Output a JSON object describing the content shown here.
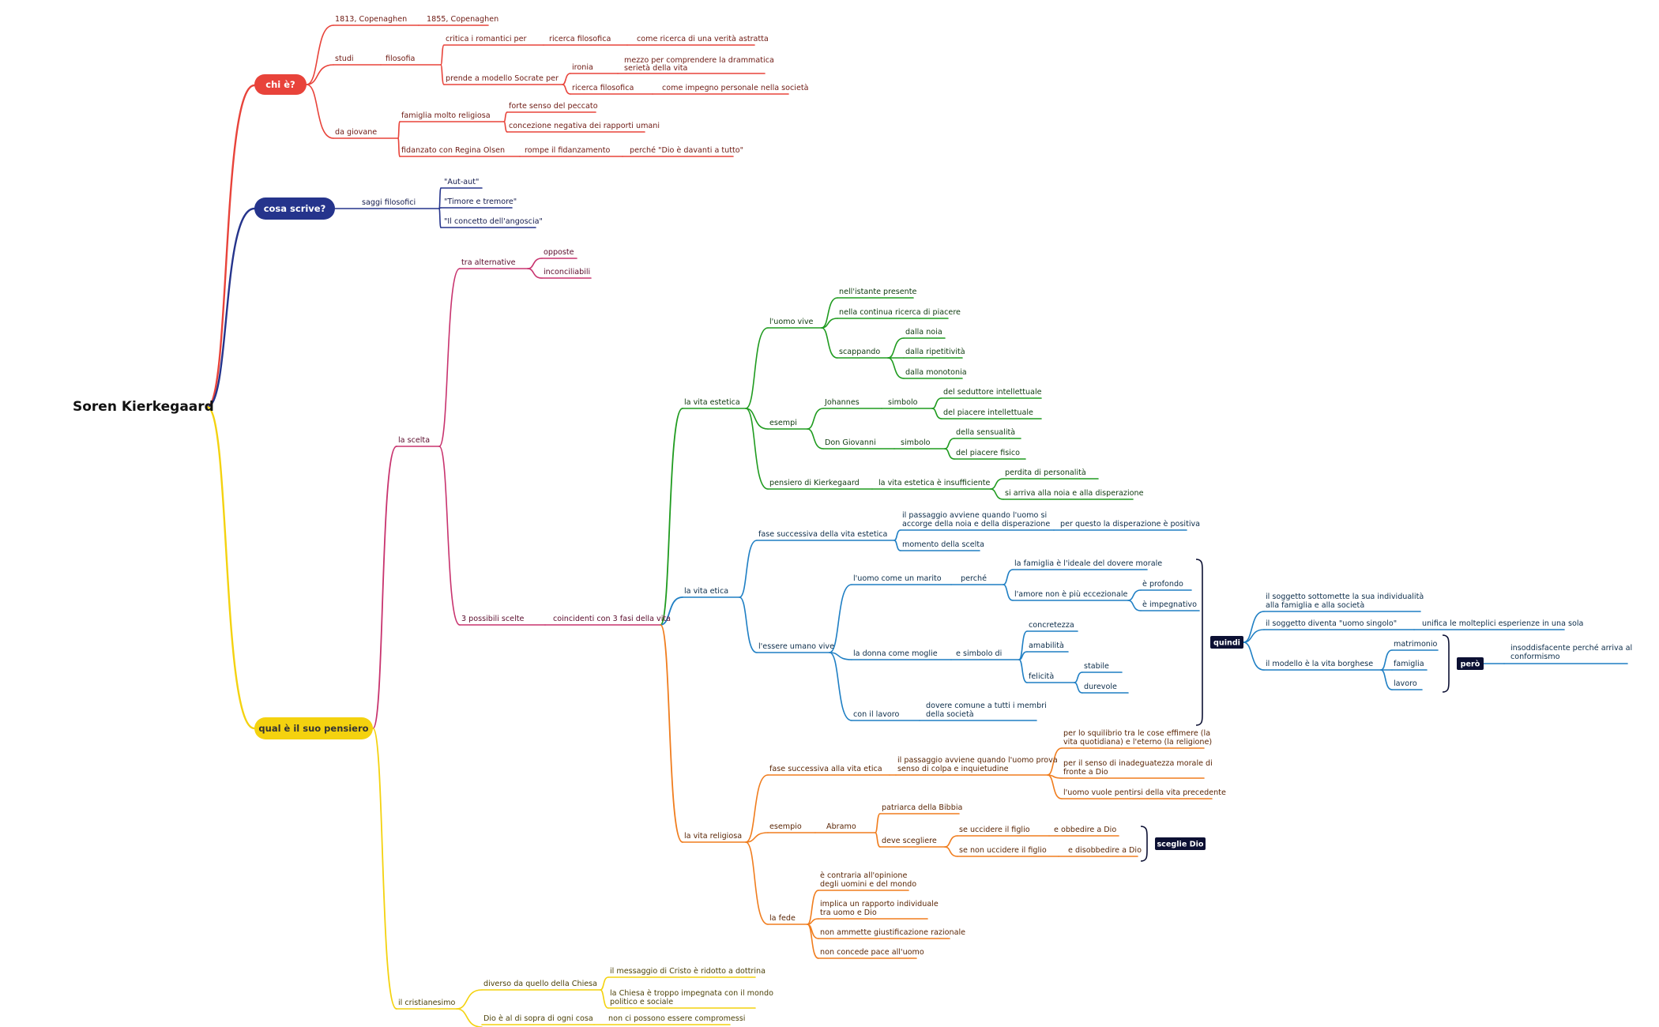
{
  "root": "Soren Kierkegaard",
  "colors": {
    "red": "#e8433a",
    "navy": "#25348c",
    "yellow": "#f4d20f",
    "magenta": "#c8336e",
    "green": "#1f9b1f",
    "blue": "#1f7fc4",
    "orange": "#f07d1e",
    "dark": "#0c1033",
    "red_text": "#6e1a13",
    "navy_text": "#141b4d",
    "magenta_text": "#5a0c2c",
    "green_text": "#0e3a0e",
    "blue_text": "#0c2d4a",
    "orange_text": "#5a2606",
    "olive_text": "#4d420a"
  },
  "map": {
    "chi_e": {
      "label": "chi è?",
      "nascita": "1813, Copenaghen",
      "morte": "1855, Copenaghen",
      "studi": "studi",
      "filosofia": "filosofia",
      "critica": "critica i romantici per",
      "critica_ricerca": "ricerca filosofica",
      "critica_verita": "come ricerca di una verità astratta",
      "socrate": "prende a modello Socrate per",
      "ironia": "ironia",
      "ironia_mezzo_1": "mezzo per comprendere la drammatica",
      "ironia_mezzo_2": "serietà della vita",
      "socrate_ricerca": "ricerca filosofica",
      "socrate_impegno": "come impegno personale nella società",
      "giovane": "da giovane",
      "famiglia": "famiglia molto religiosa",
      "peccato": "forte senso del peccato",
      "concezione": "concezione negativa dei rapporti umani",
      "fidanzato": "fidanzato con Regina Olsen",
      "rompe": "rompe il fidanzamento",
      "perche_dio": "perché \"Dio è davanti a tutto\""
    },
    "cosa_scrive": {
      "label": "cosa scrive?",
      "saggi": "saggi filosofici",
      "opere": [
        "\"Aut-aut\"",
        "\"Timore e tremore\"",
        "\"Il concetto dell'angoscia\""
      ]
    },
    "pensiero": {
      "label": "qual è il suo pensiero",
      "scelta": "la scelta",
      "tra_alternative": "tra alternative",
      "opposte": "opposte",
      "inconciliabili": "inconciliabili",
      "tre_scelte": "3 possibili scelte",
      "coincidenti": "coincidenti con 3 fasi della vita",
      "estetica": {
        "label": "la vita estetica",
        "uomo_vive": "l'uomo vive",
        "istante": "nell'istante presente",
        "continua": "nella continua ricerca di piacere",
        "scappando": "scappando",
        "noia": "dalla noia",
        "ripetitivita": "dalla ripetitività",
        "monotonia": "dalla monotonia",
        "esempi": "esempi",
        "johannes": "Johannes",
        "simbolo_j": "simbolo",
        "seduttore": "del seduttore intellettuale",
        "piacere_int": "del piacere intellettuale",
        "giovanni": "Don Giovanni",
        "simbolo_g": "simbolo",
        "sensualita": "della sensualità",
        "piacere_fis": "del piacere fisico",
        "pensiero_k": "pensiero di Kierkegaard",
        "insufficiente": "la vita estetica è insufficiente",
        "perdita": "perdita di personalità",
        "disperazione": "si arriva alla noia e alla disperazione"
      },
      "etica": {
        "label": "la vita etica",
        "fase": "fase successiva della vita estetica",
        "passaggio_1": "il passaggio avviene quando l'uomo si",
        "passaggio_2": "accorge della noia e della disperazione",
        "positiva": "per questo la disperazione è positiva",
        "momento": "momento della scelta",
        "essere_umano": "l'essere umano vive",
        "marito": "l'uomo come un marito",
        "perche": "perché",
        "famiglia_ideale": "la famiglia è l'ideale del dovere morale",
        "amore": "l'amore non è più eccezionale",
        "profondo": "è profondo",
        "impegnativo": "è impegnativo",
        "donna": "la donna come moglie",
        "simbolo_di": "e simbolo di",
        "concretezza": "concretezza",
        "amabilita": "amabilità",
        "felicita": "felicità",
        "stabile": "stabile",
        "durevole": "durevole",
        "lavoro": "con il lavoro",
        "dovere_1": "dovere comune a tutti i membri",
        "dovere_2": "della società",
        "quindi": "quindi",
        "sottomette_1": "il soggetto sottomette la sua individualità",
        "sottomette_2": "alla famiglia e alla società",
        "singolo": "il soggetto diventa \"uomo singolo\"",
        "unifica": "unifica le molteplici esperienze in una sola",
        "modello": "il modello è la vita borghese",
        "matrimonio": "matrimonio",
        "famiglia": "famiglia",
        "lavoro_b": "lavoro",
        "pero": "però",
        "insoddisfacente_1": "insoddisfacente perché arriva al",
        "insoddisfacente_2": "conformismo"
      },
      "religiosa": {
        "label": "la vita religiosa",
        "fase": "fase successiva alla vita etica",
        "passaggio_1": "il passaggio avviene quando l'uomo prova",
        "passaggio_2": "senso di colpa e inquietudine",
        "squilibrio_1": "per lo squilibrio tra le cose effimere (la",
        "squilibrio_2": "vita quotidiana) e l'eterno (la religione)",
        "inadeguatezza_1": "per il senso di inadeguatezza morale di",
        "inadeguatezza_2": "fronte a Dio",
        "pentirsi": "l'uomo vuole pentirsi della vita precedente",
        "esempio": "esempio",
        "abramo": "Abramo",
        "patriarca": "patriarca della Bibbia",
        "deve": "deve scegliere",
        "uccidere": "se uccidere il figlio",
        "obbedire": "e obbedire a Dio",
        "non_uccidere": "se non uccidere il figlio",
        "disobbedire": "e disobbedire a Dio",
        "sceglie": "sceglie Dio",
        "fede": "la fede",
        "contraria_1": "è contraria all'opinione",
        "contraria_2": "degli uomini e del mondo",
        "implica_1": "implica un rapporto individuale",
        "implica_2": "tra uomo e Dio",
        "giustificazione": "non ammette giustificazione razionale",
        "pace": "non concede pace all'uomo"
      },
      "cristianesimo": {
        "label": "il cristianesimo",
        "diverso": "diverso da quello della Chiesa",
        "messaggio": "il messaggio di Cristo è ridotto a dottrina",
        "chiesa_1": "la Chiesa è troppo impegnata con il mondo",
        "chiesa_2": "politico e sociale",
        "dio_sopra": "Dio è al di sopra di ogni cosa",
        "compromessi": "non ci possono essere compromessi"
      }
    }
  }
}
